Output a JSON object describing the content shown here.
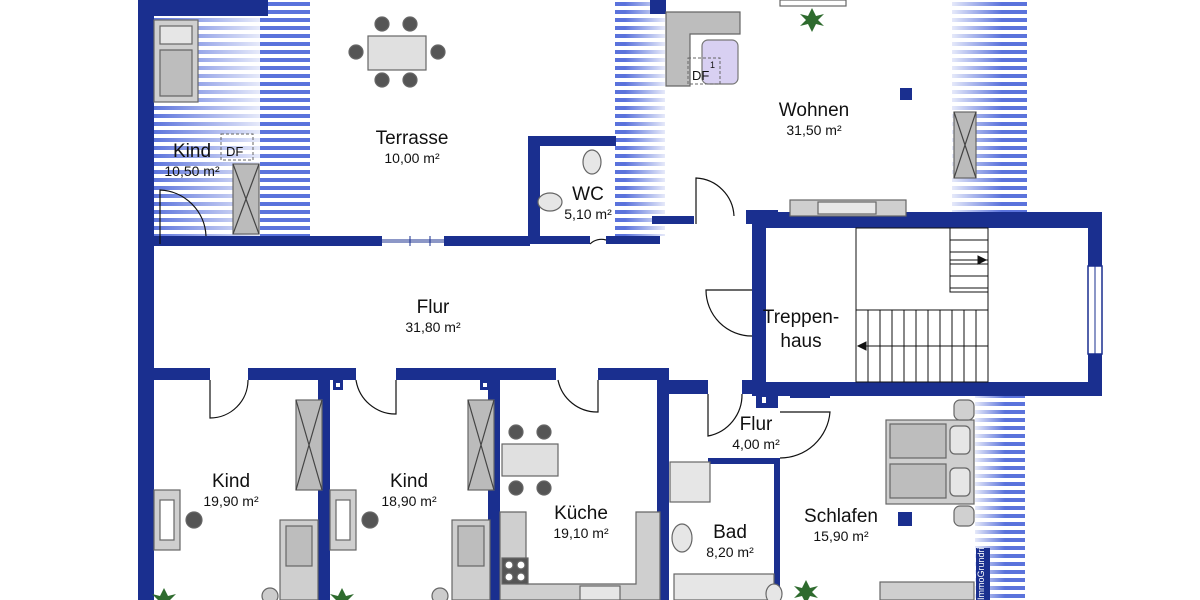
{
  "rooms": {
    "kind_top": {
      "name": "Kind",
      "area": "10,50 m²"
    },
    "terrasse": {
      "name": "Terrasse",
      "area": "10,00 m²"
    },
    "wc": {
      "name": "WC",
      "area": "5,10 m²"
    },
    "wohnen": {
      "name": "Wohnen",
      "area": "31,50 m²"
    },
    "flur_main": {
      "name": "Flur",
      "area": "31,80 m²"
    },
    "treppenhaus": {
      "name": "Treppen-\nhaus"
    },
    "kind_left": {
      "name": "Kind",
      "area": "19,90 m²"
    },
    "kind_mid": {
      "name": "Kind",
      "area": "18,90 m²"
    },
    "kueche": {
      "name": "Küche",
      "area": "19,10 m²"
    },
    "flur_small": {
      "name": "Flur",
      "area": "4,00 m²"
    },
    "bad": {
      "name": "Bad",
      "area": "8,20 m²"
    },
    "schlafen": {
      "name": "Schlafen",
      "area": "15,90 m²"
    }
  },
  "markers": {
    "dachfenster": "DF",
    "dachfenster_num": "1"
  },
  "watermark": "ImmoGrundriss",
  "colors": {
    "wall": "#1a2f8f",
    "hatch": "#3e5ad6",
    "furniture": "#999999",
    "furniture_fill": "#cfcfcf",
    "plant": "#2e6b2e"
  }
}
